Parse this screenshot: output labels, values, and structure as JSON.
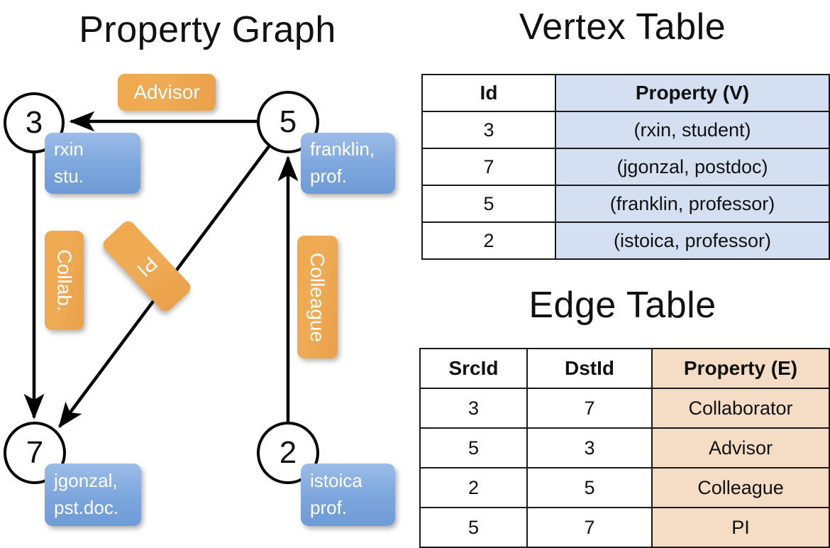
{
  "titles": {
    "property_graph": "Property Graph",
    "vertex_table": "Vertex Table",
    "edge_table": "Edge Table"
  },
  "graph": {
    "nodes": [
      {
        "id": "3",
        "property": [
          "rxin",
          "stu."
        ]
      },
      {
        "id": "5",
        "property": [
          "franklin,",
          "prof."
        ]
      },
      {
        "id": "7",
        "property": [
          "jgonzal,",
          "pst.doc."
        ]
      },
      {
        "id": "2",
        "property": [
          "istoica",
          "prof."
        ]
      }
    ],
    "edge_labels": {
      "advisor": "Advisor",
      "collab": "Collab.",
      "pi": "PI",
      "colleague": "Colleague"
    }
  },
  "vertex_table": {
    "headers": [
      "Id",
      "Property (V)"
    ],
    "rows": [
      {
        "id": "3",
        "property": "(rxin, student)"
      },
      {
        "id": "7",
        "property": "(jgonzal, postdoc)"
      },
      {
        "id": "5",
        "property": "(franklin, professor)"
      },
      {
        "id": "2",
        "property": "(istoica, professor)"
      }
    ]
  },
  "edge_table": {
    "headers": [
      "SrcId",
      "DstId",
      "Property (E)"
    ],
    "rows": [
      {
        "src": "3",
        "dst": "7",
        "property": "Collaborator"
      },
      {
        "src": "5",
        "dst": "3",
        "property": "Advisor"
      },
      {
        "src": "2",
        "dst": "5",
        "property": "Colleague"
      },
      {
        "src": "5",
        "dst": "7",
        "property": "PI"
      }
    ]
  },
  "colors": {
    "vertex_header_fill": "#d4dff2",
    "edge_header_fill": "#f4ddc4",
    "node_box_blue": "#7da7dd",
    "edge_label_orange": "#efa94e",
    "stroke": "#000000"
  }
}
